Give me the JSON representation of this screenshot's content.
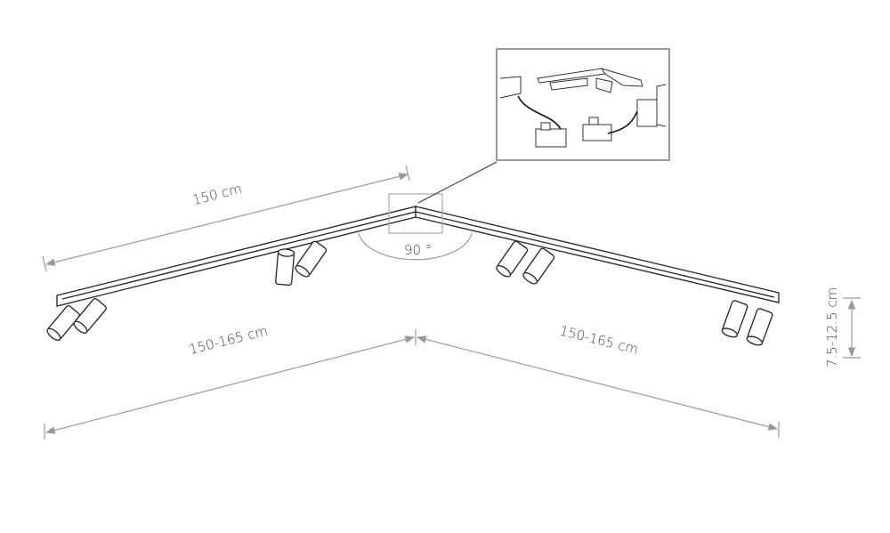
{
  "dimensions": {
    "rail_length": "150 cm",
    "angle": "90 °",
    "span_left": "150-165 cm",
    "span_right": "150-165 cm",
    "height": "7.5-12.5 cm"
  },
  "colors": {
    "line": "#222222",
    "dimension": "#999999",
    "inset_border": "#999999"
  }
}
